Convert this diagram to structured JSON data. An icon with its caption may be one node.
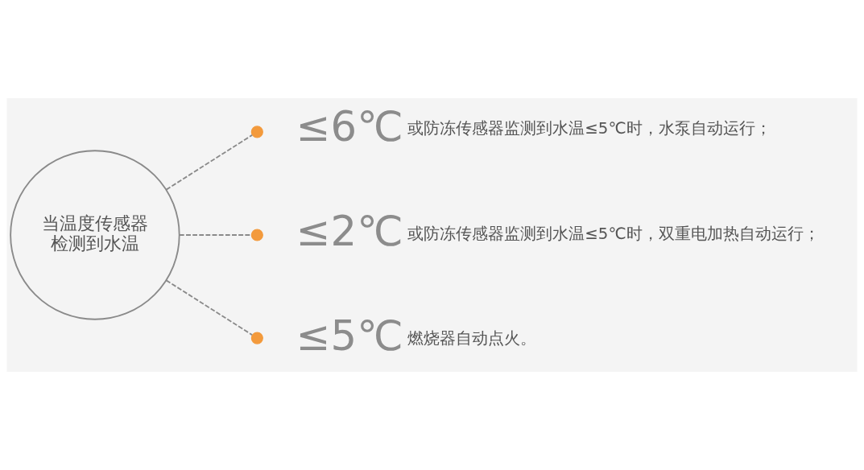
{
  "diagram": {
    "nodes": [
      {
        "text": [
          "当温度传感器检测到水温"
        ]
      },
      {
        "text": [],
        "shape": "circle",
        "beside": [
          "≤6℃",
          "或防冻传感器监测到水温≤5℃时，水泵自动运行；"
        ]
      },
      {
        "text": [],
        "shape": "circle",
        "beside": [
          "≤2℃",
          "或防冻传感器监测到水温≤5℃时，双重电加热自动运行；"
        ]
      },
      {
        "text": [],
        "shape": "circle",
        "beside": [
          "≤5℃",
          "燃烧器自动点火。"
        ]
      }
    ],
    "edges": [
      {
        "from": 0,
        "to": 1,
        "arrow": "none",
        "style": "dashed"
      },
      {
        "from": 0,
        "to": 2,
        "arrow": "none",
        "style": "dashed"
      },
      {
        "from": 0,
        "to": 3,
        "arrow": "none",
        "style": "dashed"
      }
    ]
  }
}
